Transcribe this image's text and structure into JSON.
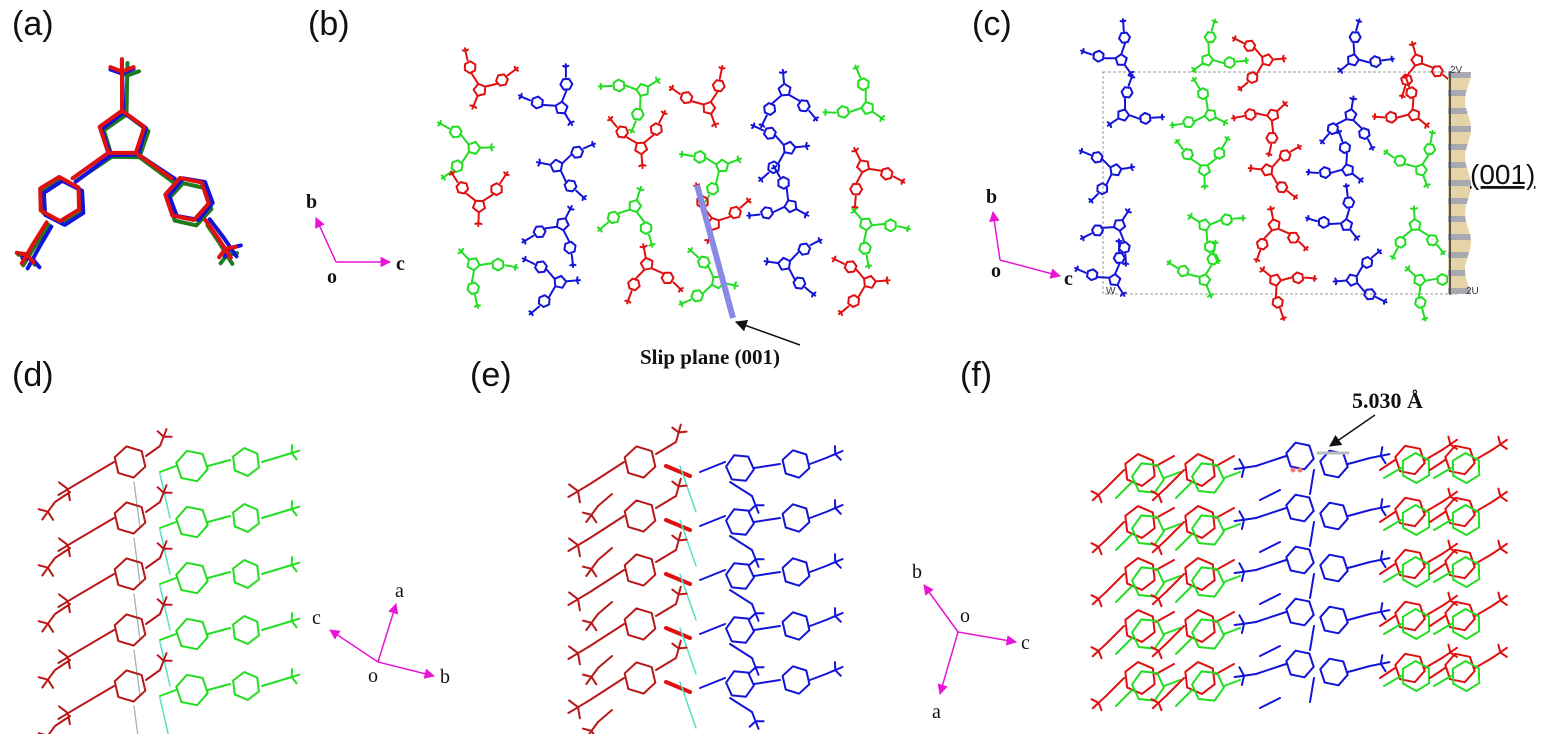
{
  "panels": [
    {
      "label": "(a)"
    },
    {
      "label": "(b)"
    },
    {
      "label": "(c)"
    },
    {
      "label": "(d)"
    },
    {
      "label": "(e)"
    },
    {
      "label": "(f)"
    }
  ],
  "axes": {
    "b_panel": {
      "vertical": "b",
      "origin": "o",
      "horizontal": "c"
    },
    "c_panel": {
      "vertical": "b",
      "origin": "o",
      "horizontal": "c"
    },
    "d_panel": {
      "left": "c",
      "up": "a",
      "origin": "o",
      "right": "b"
    },
    "e_panel": {
      "up": "b",
      "origin": "o",
      "right": "c",
      "down": "a"
    }
  },
  "annotations": {
    "slip_plane": "Slip plane (001)",
    "plane_001": "(001)",
    "distance": "5.030 Å",
    "cell_2v": "2V",
    "cell_2u": "2U",
    "cell_w": "W"
  },
  "colors": {
    "red": "#e01010",
    "blue": "#1414d8",
    "green": "#22dd22",
    "dark_green": "#1e7a1e",
    "dark_red": "#b81818",
    "axis": "#e815d6",
    "hbond": "#55e0c8",
    "slip": "#8a8ae6"
  }
}
